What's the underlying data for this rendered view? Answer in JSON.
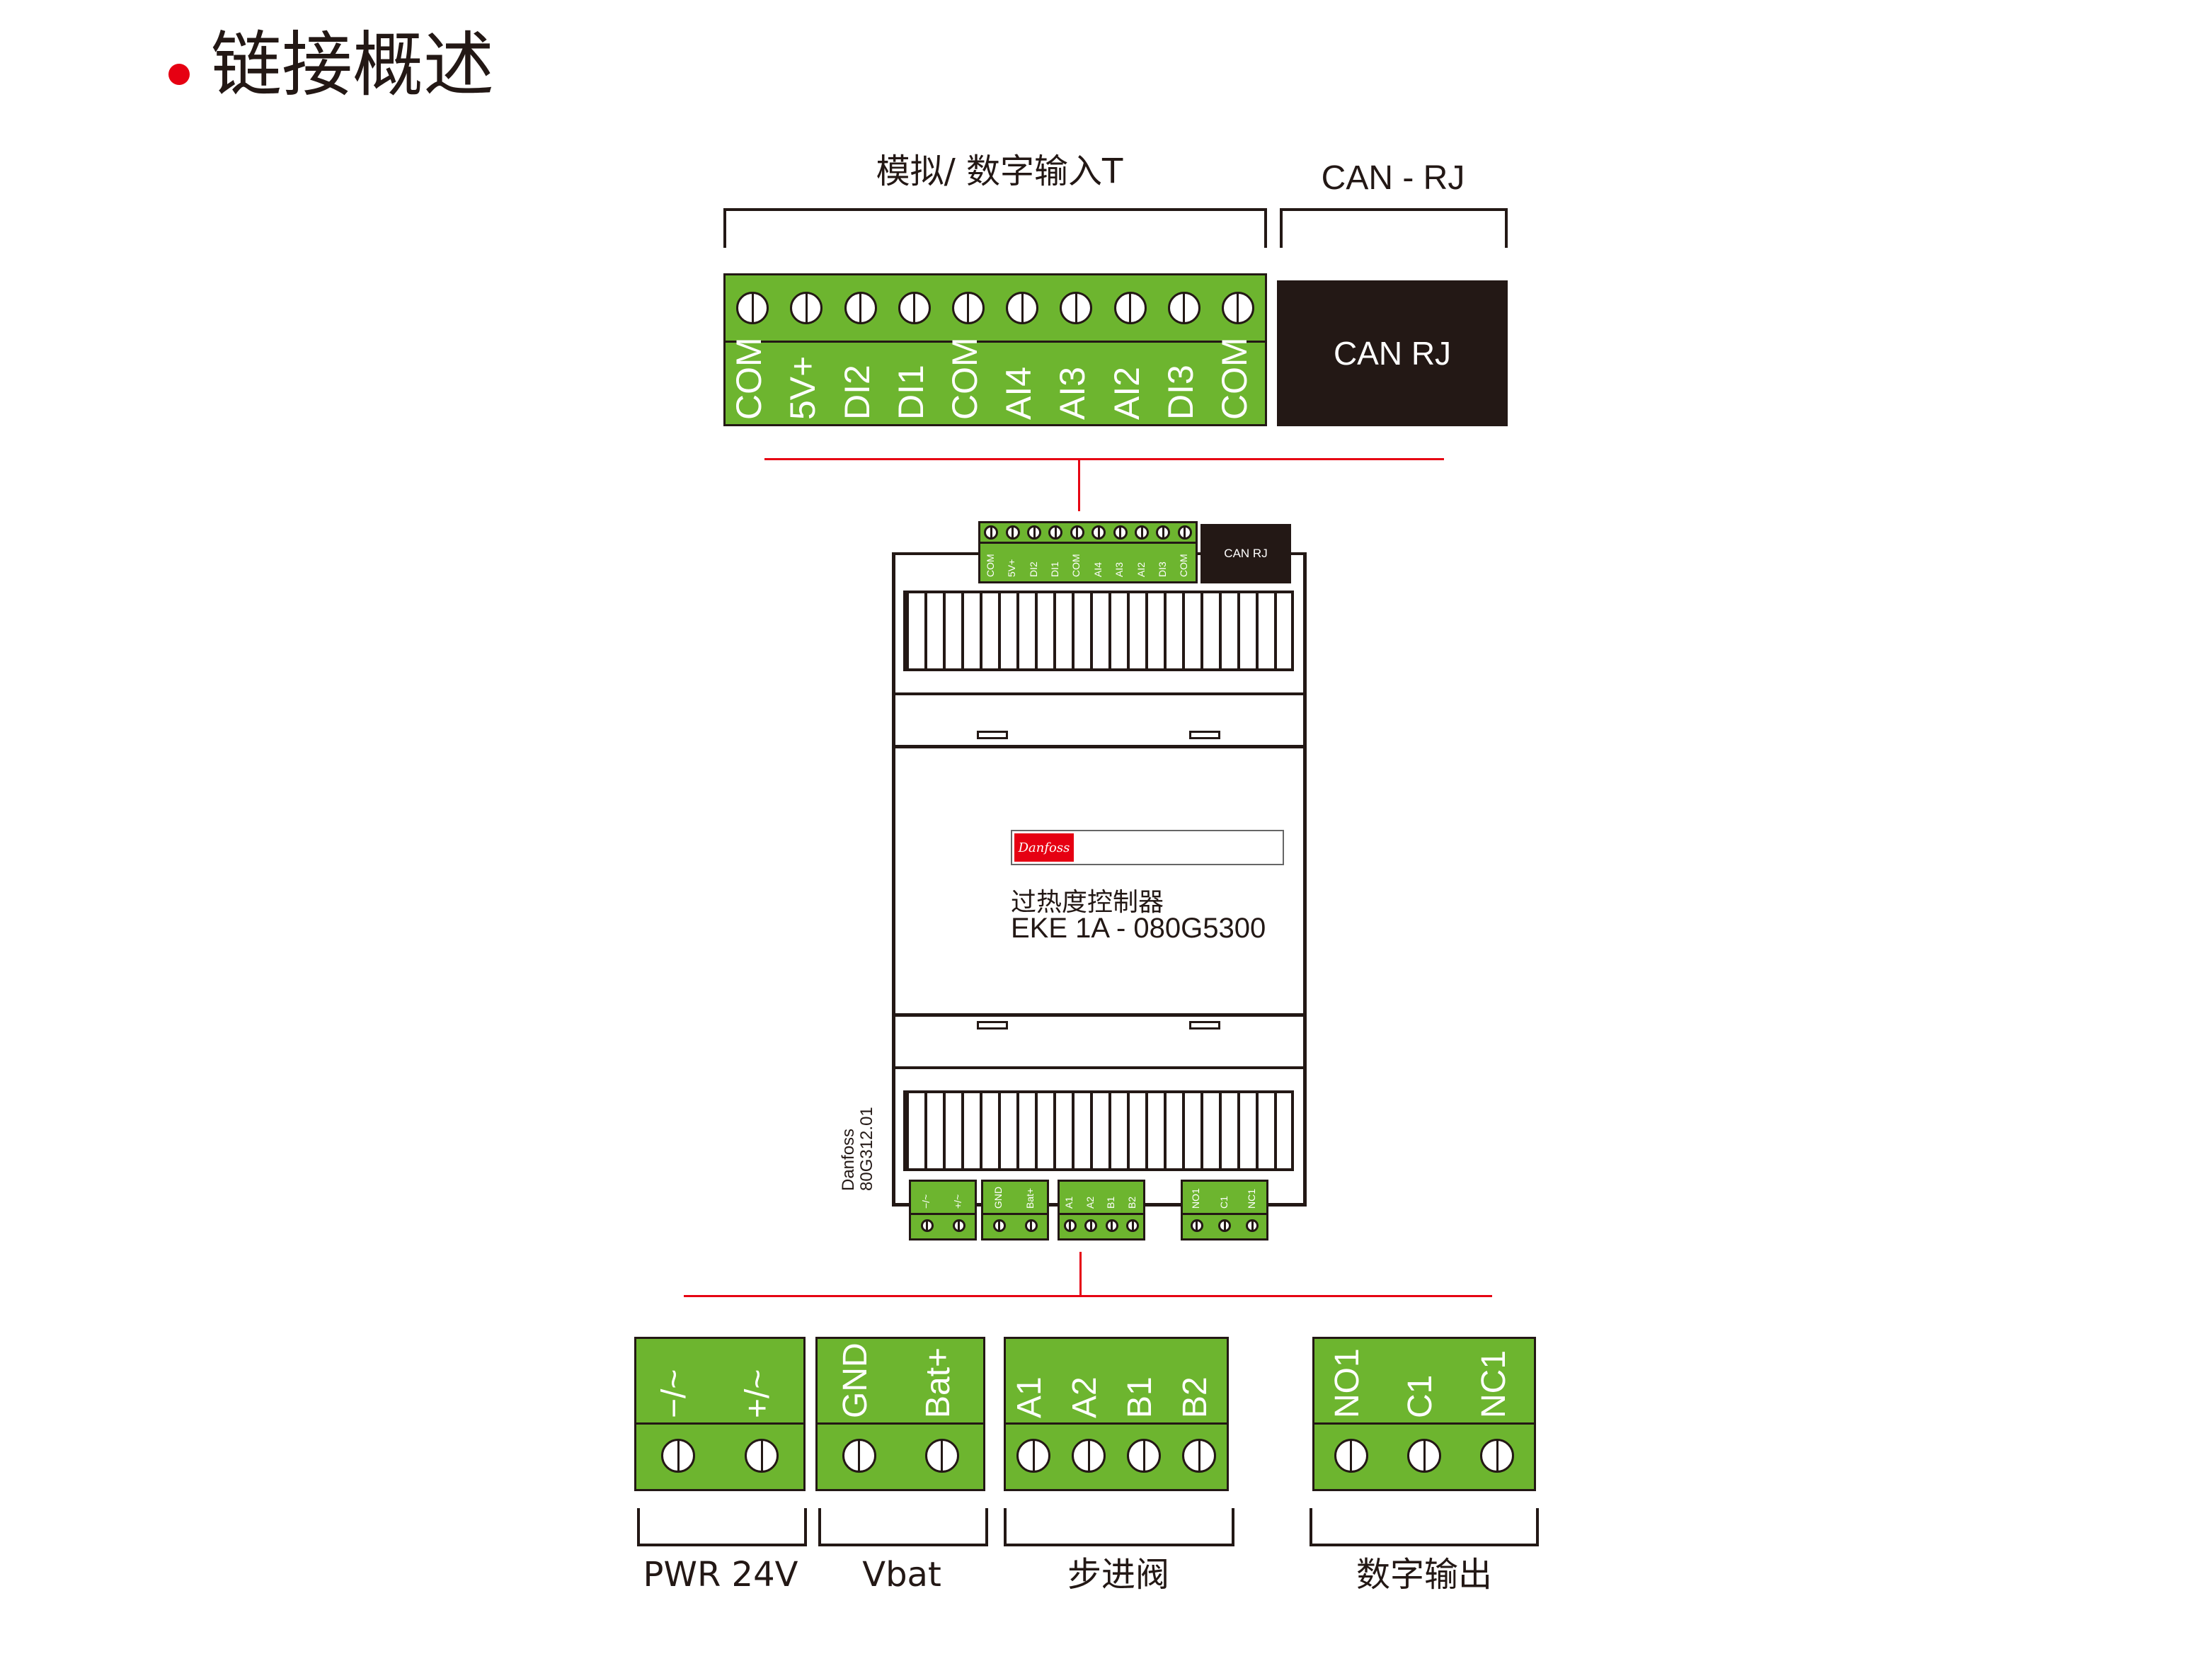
{
  "title": "链接概述",
  "colors": {
    "terminal_green": "#6db52f",
    "accent_red": "#e60012",
    "dark": "#231815"
  },
  "top": {
    "group_label": "模拟/ 数字输入T",
    "can_label": "CAN - RJ",
    "can_box": "CAN RJ",
    "terminals": [
      "COM",
      "5V+",
      "DI2",
      "DI1",
      "COM",
      "AI4",
      "AI3",
      "AI2",
      "DI3",
      "COM"
    ]
  },
  "device": {
    "can_box": "CAN RJ",
    "logo": "Danfoss",
    "name": "过热度控制器",
    "model": "EKE 1A - 080G5300",
    "side_brand": "Danfoss",
    "side_code": "80G312.01"
  },
  "bottom": {
    "groups": [
      {
        "label": "PWR 24V",
        "terminals": [
          "−/~",
          "+/~"
        ]
      },
      {
        "label": "Vbat",
        "terminals": [
          "GND",
          "Bat+"
        ]
      },
      {
        "label": "步进阀",
        "terminals": [
          "A1",
          "A2",
          "B1",
          "B2"
        ]
      },
      {
        "label": "数字输出",
        "terminals": [
          "NO1",
          "C1",
          "NC1"
        ]
      }
    ]
  }
}
